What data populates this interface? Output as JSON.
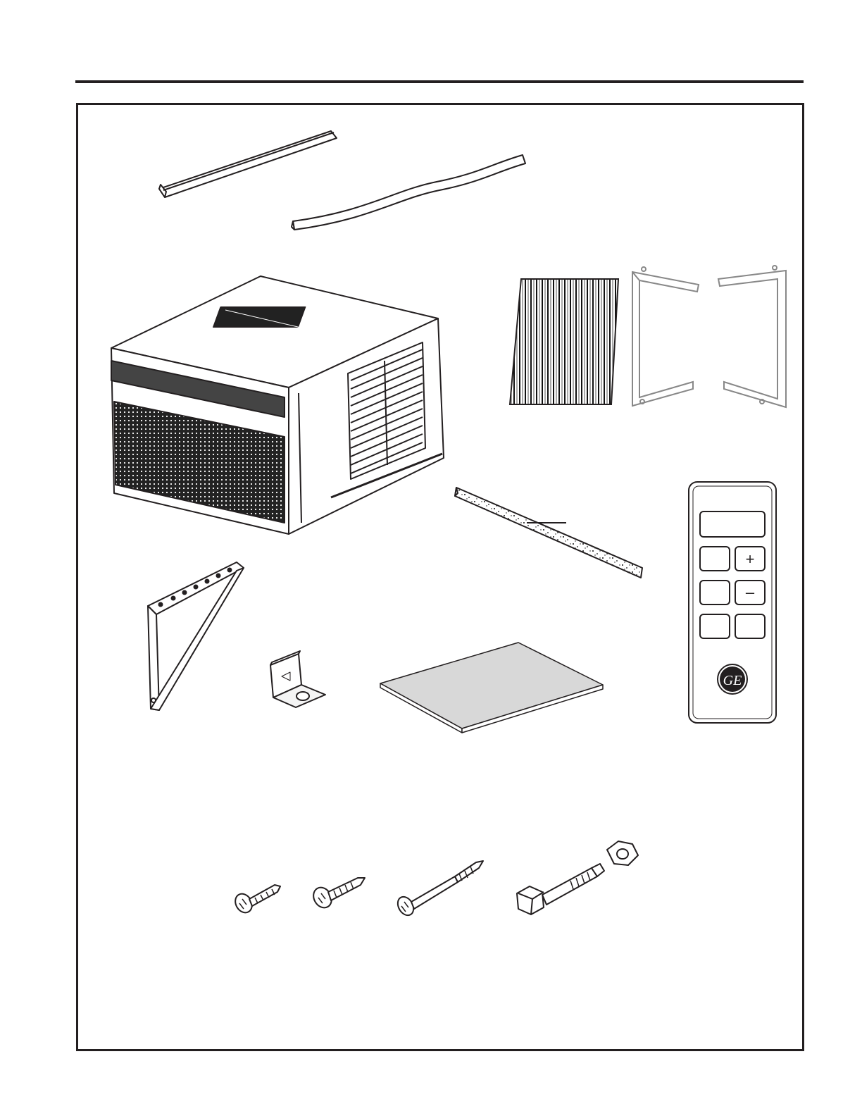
{
  "page": {
    "accent_color": "#231f20"
  },
  "parts": [
    {
      "name": "top-channel",
      "icon": "top-rail-icon"
    },
    {
      "name": "foam-seal",
      "icon": "foam-strip-icon"
    },
    {
      "name": "air-conditioner-unit",
      "icon": "air-conditioner-icon"
    },
    {
      "name": "accordion-panel",
      "icon": "accordion-panel-icon"
    },
    {
      "name": "frame-guides",
      "icon": "frame-guide-icon"
    },
    {
      "name": "sash-seal",
      "icon": "sash-seal-icon"
    },
    {
      "name": "remote-control",
      "icon": "remote-icon"
    },
    {
      "name": "support-bracket",
      "icon": "triangle-bracket-icon"
    },
    {
      "name": "l-bracket",
      "icon": "l-bracket-icon"
    },
    {
      "name": "sill-pad",
      "icon": "pad-icon"
    },
    {
      "name": "screws",
      "icon": "screw-icon"
    },
    {
      "name": "bolt-and-nut",
      "icon": "bolt-icon"
    }
  ],
  "remote": {
    "plus_label": "+",
    "minus_label": "–",
    "logo": "GE"
  }
}
